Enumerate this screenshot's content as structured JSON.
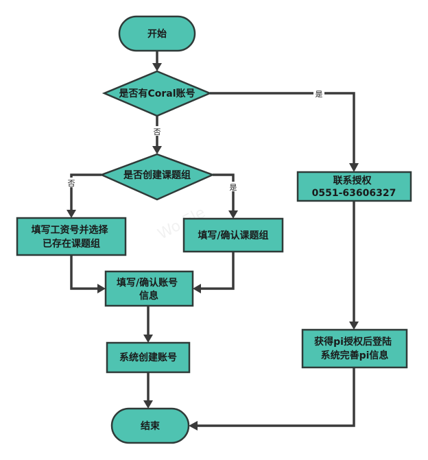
{
  "nodes": {
    "start": {
      "text": "开始"
    },
    "coral_check": {
      "text": "是否有Coral账号"
    },
    "group_check": {
      "text": "是否创建课题组"
    },
    "fill_salary": {
      "lines": [
        "填写工资号并选择",
        "已存在课题组"
      ]
    },
    "fill_group": {
      "text": "填写/确认课题组"
    },
    "fill_account": {
      "lines": [
        "填写/确认账号",
        "信息"
      ]
    },
    "create_account": {
      "text": "系统创建账号"
    },
    "contact": {
      "lines": [
        "联系授权",
        "0551-63606327"
      ]
    },
    "pi_login": {
      "lines": [
        "获得pi授权后登陆",
        "系统完善pi信息"
      ]
    },
    "end": {
      "text": "结束"
    }
  },
  "edges": {
    "coral_yes": "是",
    "coral_no": "否",
    "group_no": "否",
    "group_yes": "是"
  },
  "watermark": {
    "lines": [
      "Wo Ele"
    ]
  },
  "colors": {
    "node_fill": "#4fc3b1",
    "node_stroke": "#2f3a38",
    "line": "#3a3a3a"
  }
}
